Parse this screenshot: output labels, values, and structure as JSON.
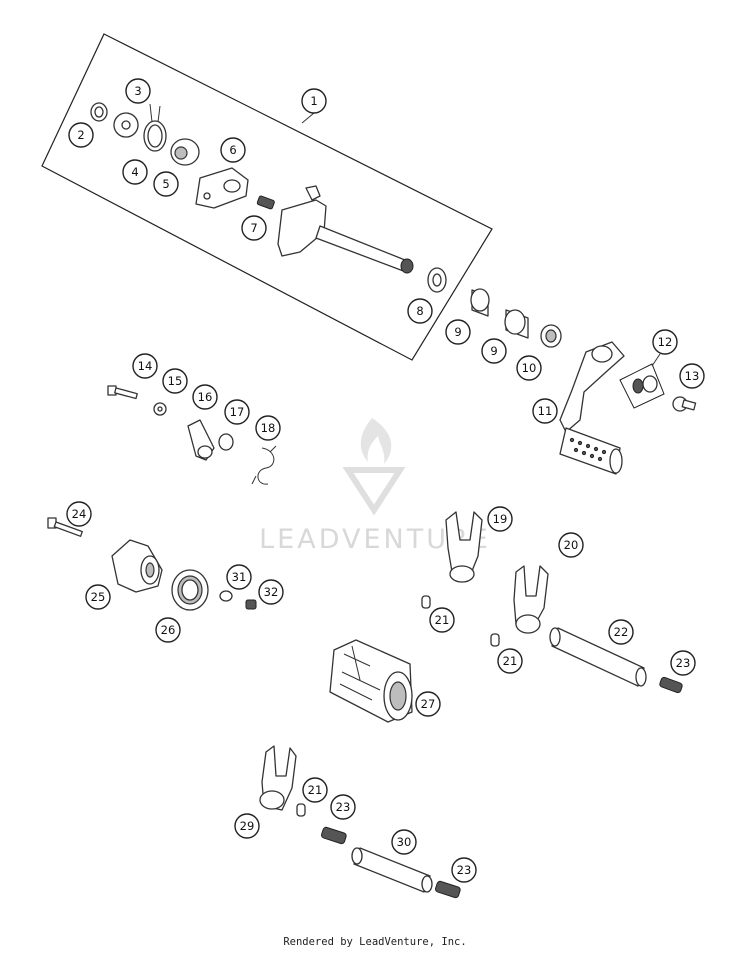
{
  "watermark": {
    "text": "LEADVENTURE"
  },
  "footer": {
    "text": "Rendered by LeadVenture, Inc."
  },
  "callouts": [
    {
      "id": "c1",
      "label": "1"
    },
    {
      "id": "c2",
      "label": "2"
    },
    {
      "id": "c3",
      "label": "3"
    },
    {
      "id": "c4",
      "label": "4"
    },
    {
      "id": "c5",
      "label": "5"
    },
    {
      "id": "c6",
      "label": "6"
    },
    {
      "id": "c7",
      "label": "7"
    },
    {
      "id": "c8",
      "label": "8"
    },
    {
      "id": "c9a",
      "label": "9"
    },
    {
      "id": "c9b",
      "label": "9"
    },
    {
      "id": "c10",
      "label": "10"
    },
    {
      "id": "c11",
      "label": "11"
    },
    {
      "id": "c12",
      "label": "12"
    },
    {
      "id": "c13",
      "label": "13"
    },
    {
      "id": "c14",
      "label": "14"
    },
    {
      "id": "c15",
      "label": "15"
    },
    {
      "id": "c16",
      "label": "16"
    },
    {
      "id": "c17",
      "label": "17"
    },
    {
      "id": "c18",
      "label": "18"
    },
    {
      "id": "c19",
      "label": "19"
    },
    {
      "id": "c20",
      "label": "20"
    },
    {
      "id": "c21a",
      "label": "21"
    },
    {
      "id": "c21b",
      "label": "21"
    },
    {
      "id": "c21c",
      "label": "21"
    },
    {
      "id": "c22",
      "label": "22"
    },
    {
      "id": "c23a",
      "label": "23"
    },
    {
      "id": "c23b",
      "label": "23"
    },
    {
      "id": "c23c",
      "label": "23"
    },
    {
      "id": "c24",
      "label": "24"
    },
    {
      "id": "c25",
      "label": "25"
    },
    {
      "id": "c26",
      "label": "26"
    },
    {
      "id": "c27",
      "label": "27"
    },
    {
      "id": "c29",
      "label": "29"
    },
    {
      "id": "c30",
      "label": "30"
    },
    {
      "id": "c31",
      "label": "31"
    },
    {
      "id": "c32",
      "label": "32"
    }
  ]
}
